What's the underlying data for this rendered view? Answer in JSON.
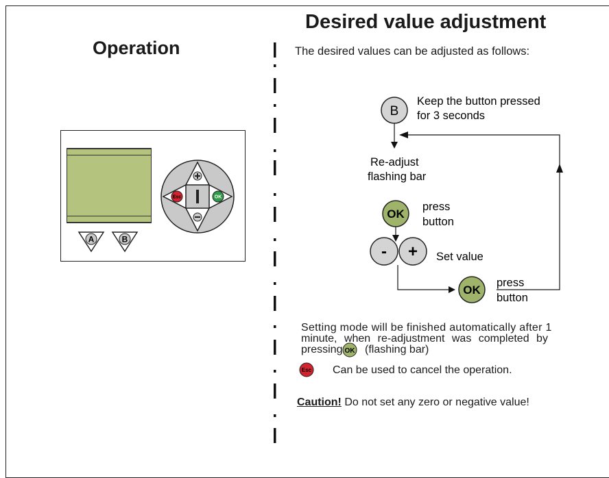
{
  "left_title": "Operation",
  "right_title": "Desired value adjustment",
  "intro": "The desired values can be adjusted as follows:",
  "device": {
    "keys": {
      "esc": "Esc",
      "ok": "OK",
      "a": "A",
      "b": "B"
    }
  },
  "flow": {
    "b_button": "B",
    "keep_pressed_line1": "Keep the button pressed",
    "keep_pressed_line2": "for 3 seconds",
    "readjust_line1": "Re-adjust",
    "readjust_line2": "flashing bar",
    "ok_label": "OK",
    "press_line1": "press",
    "press_line2": "button",
    "minus": "-",
    "plus": "+",
    "set_value": "Set value",
    "ok_label_2": "OK",
    "press2_line1": "press",
    "press2_line2": "button"
  },
  "auto_finish": {
    "line1": "Setting mode will be finished automatically after 1",
    "line2": "minute, when re-adjustment was completed by",
    "line3_pre": "pressing",
    "ok_icon_label": "OK",
    "line3_post": "(flashing bar)"
  },
  "cancel": {
    "esc_icon_label": "Esc",
    "text": "Can be used  to cancel the operation."
  },
  "caution": {
    "label": "Caution!",
    "text": " Do not set any zero or negative value!"
  },
  "colors": {
    "lcd_green": "#b4c47f",
    "ok_green": "#9fb36a",
    "esc_red": "#d3232e",
    "ok_keypad_green": "#2f9a47",
    "key_gray": "#c9c9c9"
  }
}
